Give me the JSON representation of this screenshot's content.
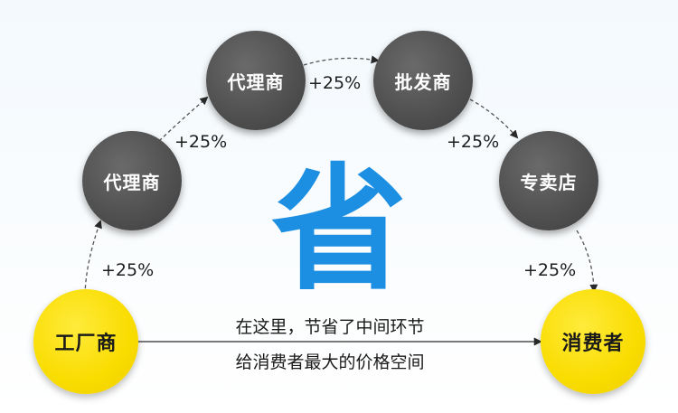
{
  "nodes": {
    "factory": "工厂商",
    "agent_1": "代理商",
    "agent_2": "代理商",
    "wholesaler": "批发商",
    "store": "专卖店",
    "consumer": "消费者"
  },
  "markups": {
    "m1": "+25%",
    "m2": "+25%",
    "m3": "+25%",
    "m4": "+25%",
    "m5": "+25%"
  },
  "center_char": "省",
  "caption": {
    "line1": "在这里，节省了中间环节",
    "line2": "给消费者最大的价格空间"
  },
  "colors": {
    "gray_node": "#4f4f4f",
    "yellow_node": "#f9dc00",
    "accent_blue": "#1c8fe3"
  }
}
